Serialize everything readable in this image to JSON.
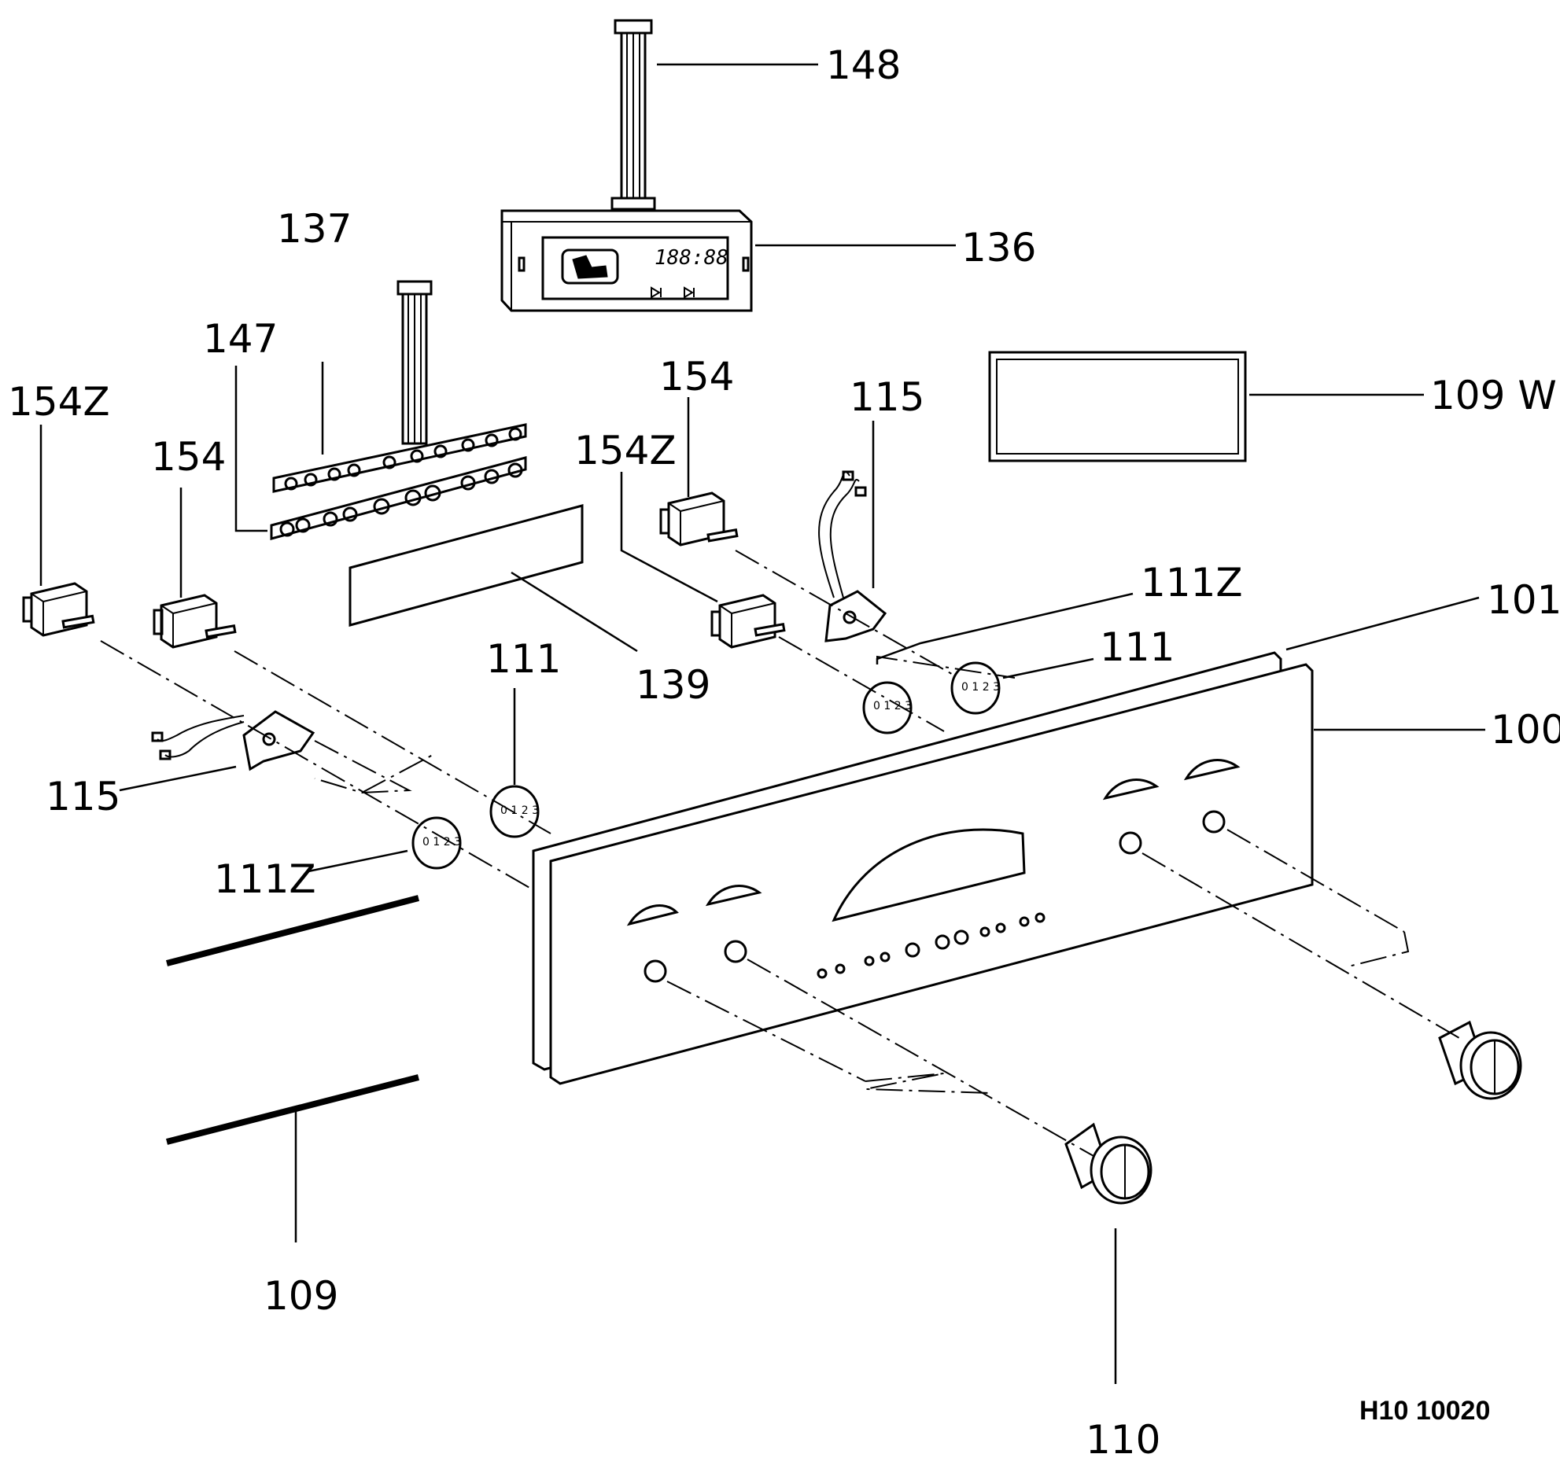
{
  "diagram_code": "H10 10020",
  "display_readout": "188:88",
  "labels": {
    "p148": "148",
    "p136": "136",
    "p137": "137",
    "p147": "147",
    "p109w": "109 W",
    "p154z_left": "154Z",
    "p154_left": "154",
    "p154_right": "154",
    "p154z_right": "154Z",
    "p115_right": "115",
    "p115_left": "115",
    "p111z_right": "111Z",
    "p101": "101",
    "p111_left": "111",
    "p111_right": "111",
    "p139": "139",
    "p100": "100",
    "p111z_left": "111Z",
    "p109": "109",
    "p110": "110"
  }
}
